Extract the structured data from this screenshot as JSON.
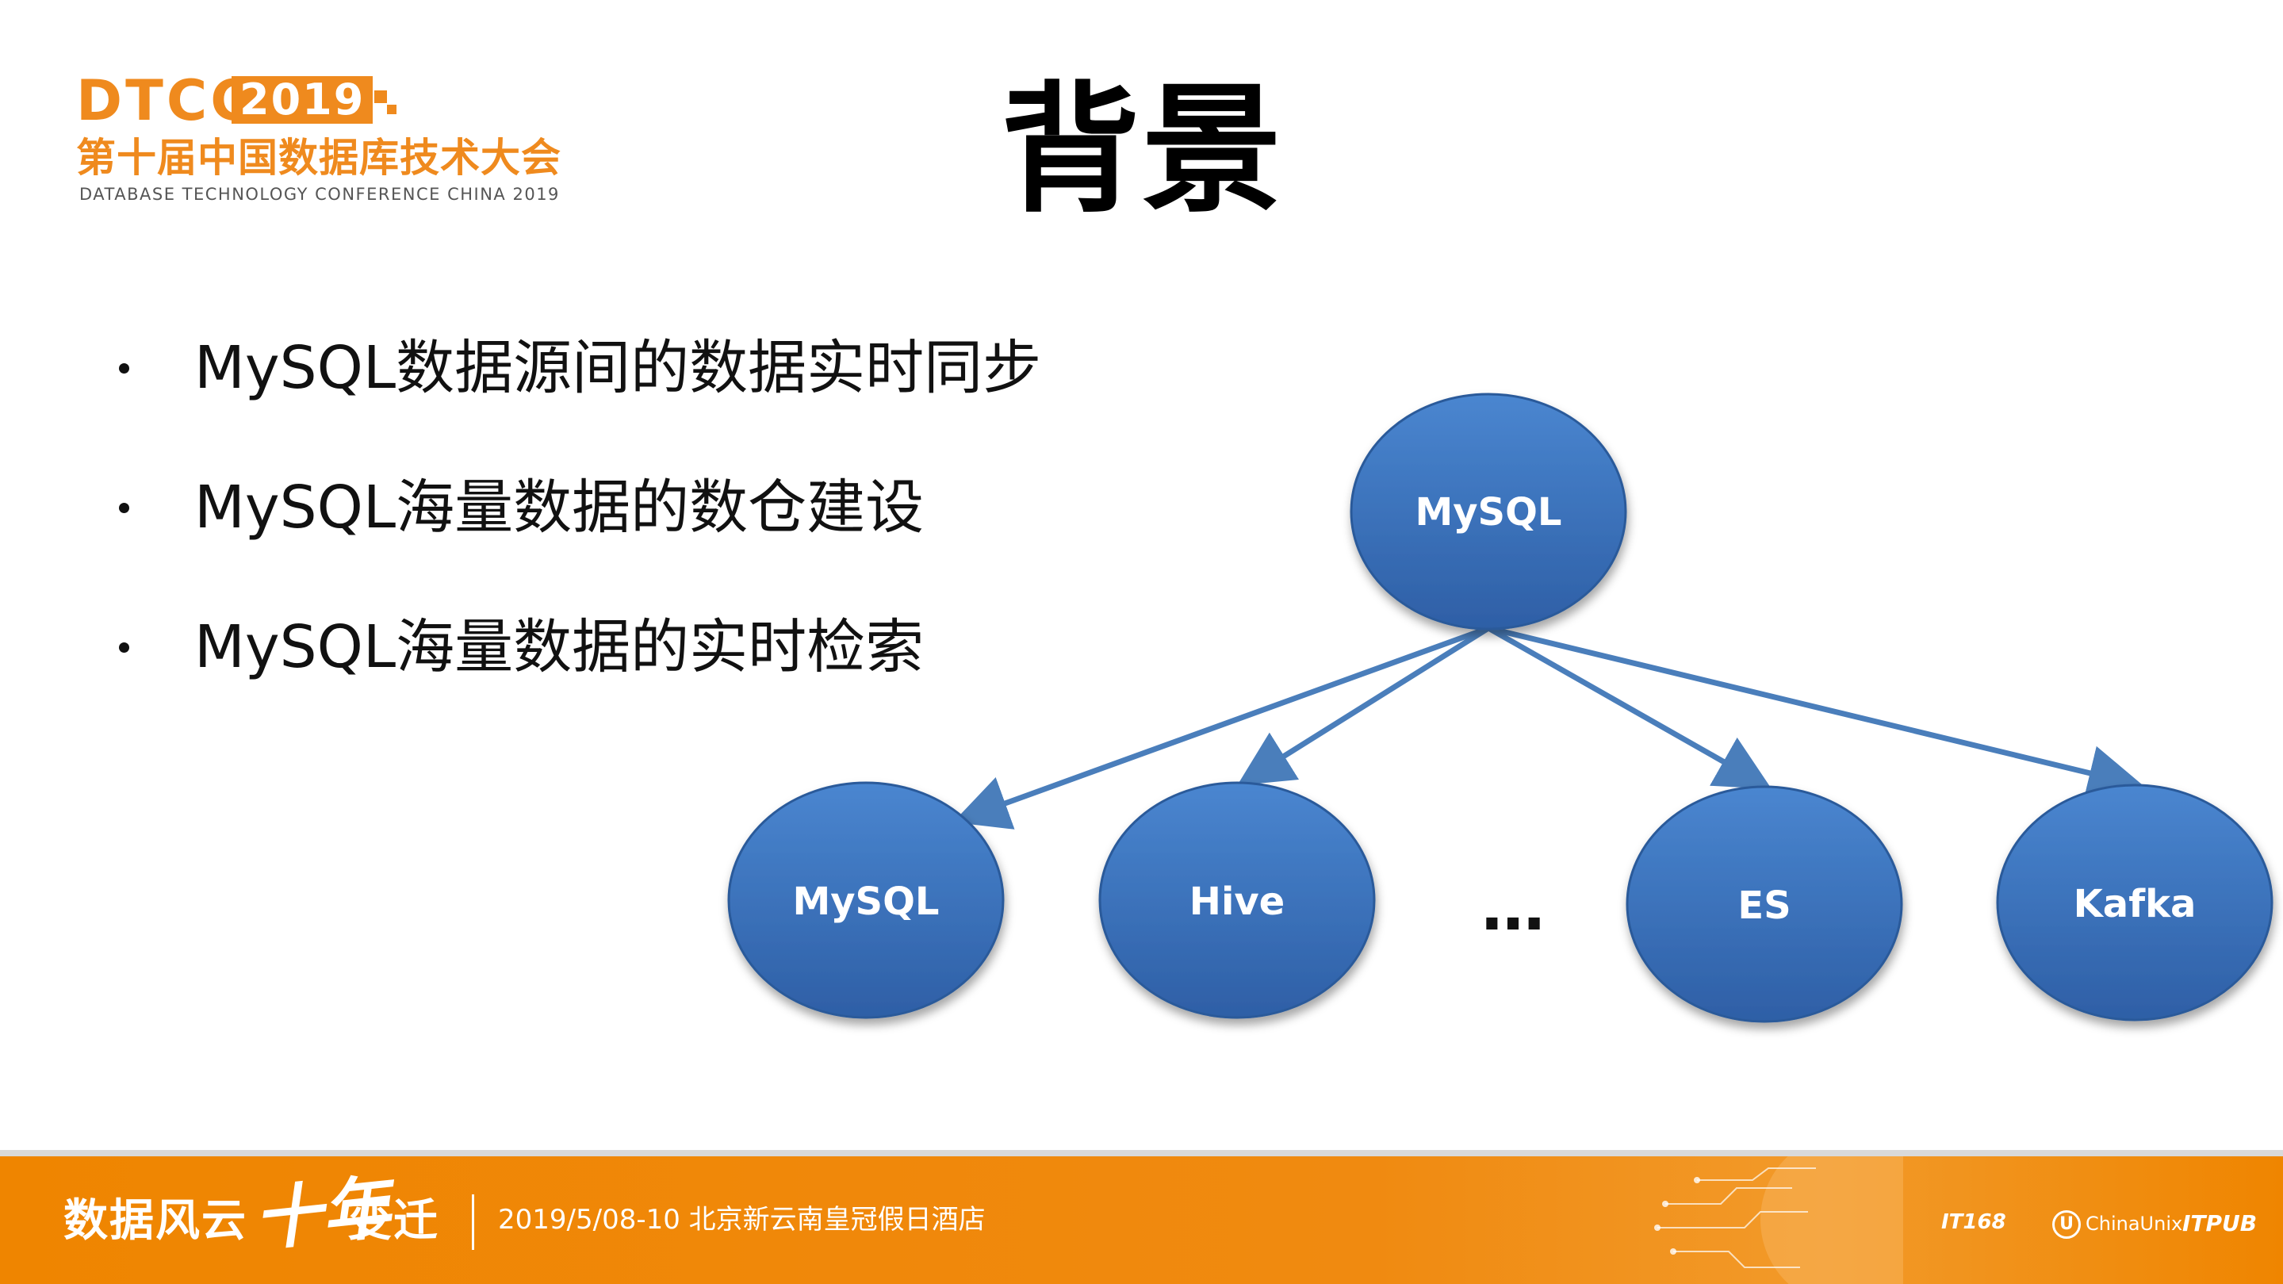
{
  "logo": {
    "brand": "DTCC",
    "year": "2019",
    "chinese_name": "第十届中国数据库技术大会",
    "english_name": "DATABASE TECHNOLOGY CONFERENCE CHINA 2019"
  },
  "title": "背景",
  "bullets": [
    "MySQL数据源间的数据实时同步",
    "MySQL海量数据的数仓建设",
    "MySQL海量数据的实时检索"
  ],
  "diagram": {
    "root": "MySQL",
    "children": [
      "MySQL",
      "Hive",
      "ES",
      "Kafka"
    ],
    "ellipsis": "…",
    "node_color": "#3a72bd",
    "arrow_color": "#4a7ebb"
  },
  "footer": {
    "slogan_part1": "数据风云",
    "slogan_part2": "十年",
    "slogan_part3": "变迁",
    "date_venue": "2019/5/08-10  北京新云南皇冠假日酒店",
    "sponsor1": "IT168",
    "sponsor2_icon": "U",
    "sponsor2": "ChinaUnix",
    "sponsor3": "ITPUB",
    "bar_color": "#ef8500"
  }
}
